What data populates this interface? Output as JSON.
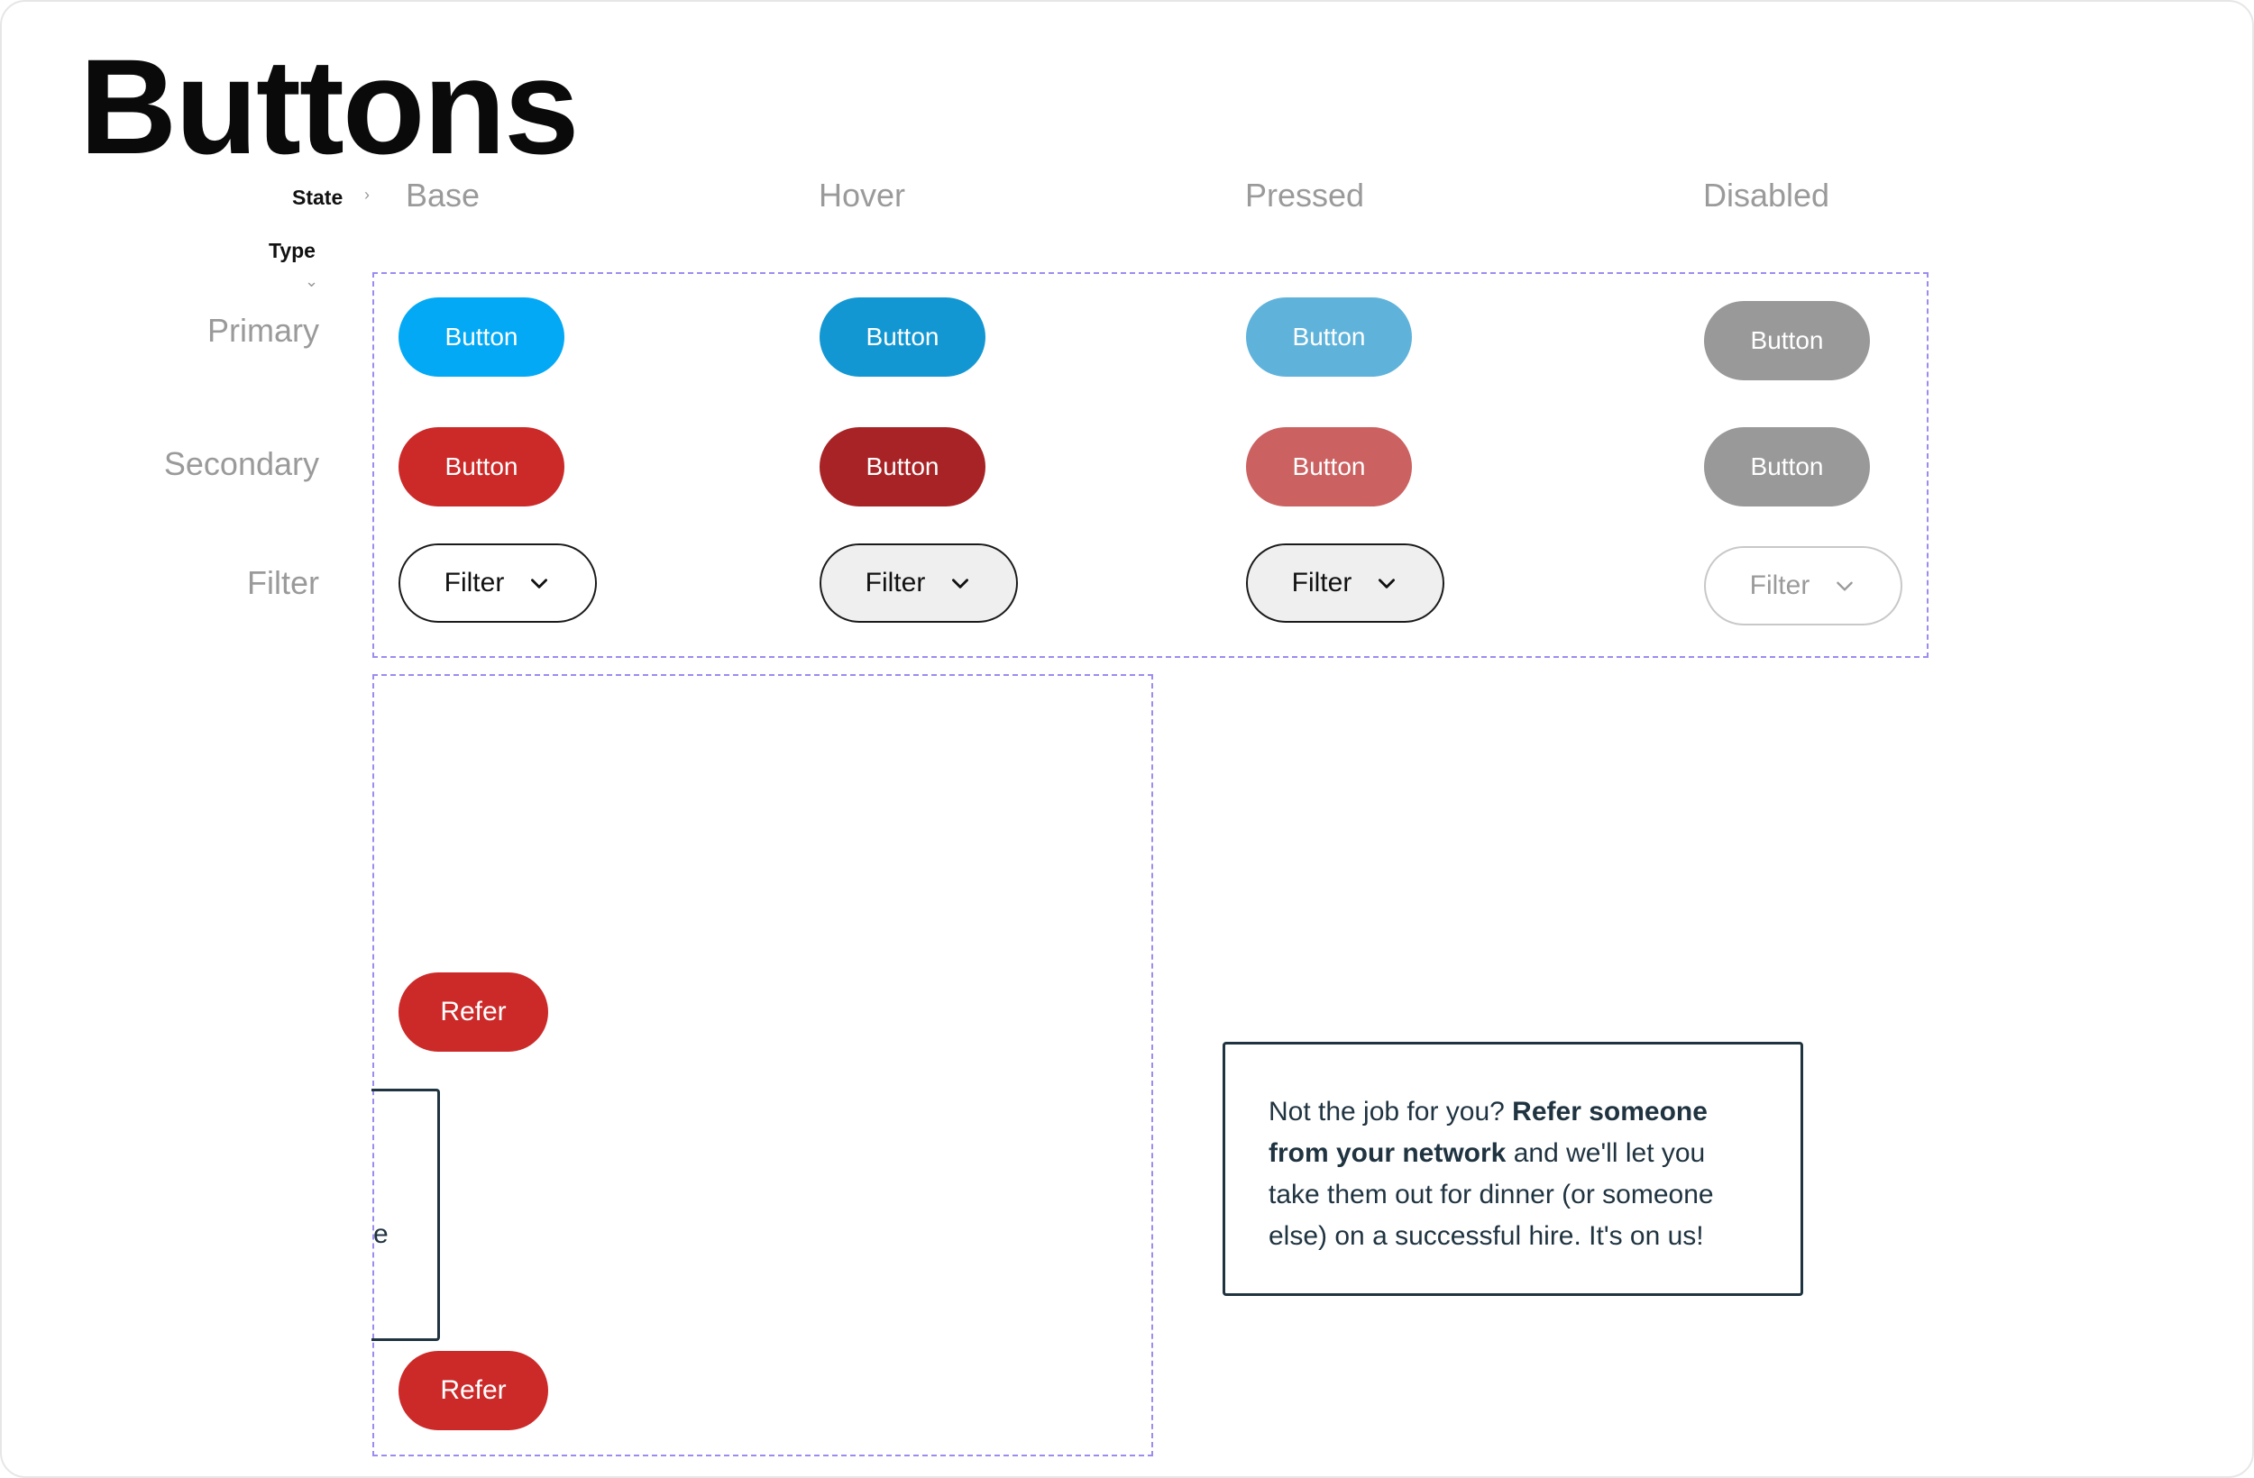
{
  "page": {
    "title": "Buttons"
  },
  "axes": {
    "state_label": "State",
    "type_label": "Type"
  },
  "columns": [
    "Base",
    "Hover",
    "Pressed",
    "Disabled"
  ],
  "rows": [
    "Primary",
    "Secondary",
    "Filter"
  ],
  "buttons": {
    "primary_label": "Button",
    "secondary_label": "Button",
    "filter_label": "Filter"
  },
  "colors": {
    "primary_base": "#03A9F4",
    "primary_hover": "#1397D3",
    "primary_pressed": "#5FB3DB",
    "secondary_base": "#CC2929",
    "secondary_hover": "#A82325",
    "secondary_pressed": "#CB6161",
    "disabled": "#999999",
    "dashed_border": "#9B8CF0",
    "card_text": "#1F3340"
  },
  "refer": {
    "button_label": "Refer",
    "partial_card_text": "e",
    "card": {
      "text_1": "Not the job for you? ",
      "bold": "Refer someone from your network",
      "text_2": " and we'll let you take them out for dinner (or someone else) on a successful hire. It's on us!"
    }
  }
}
